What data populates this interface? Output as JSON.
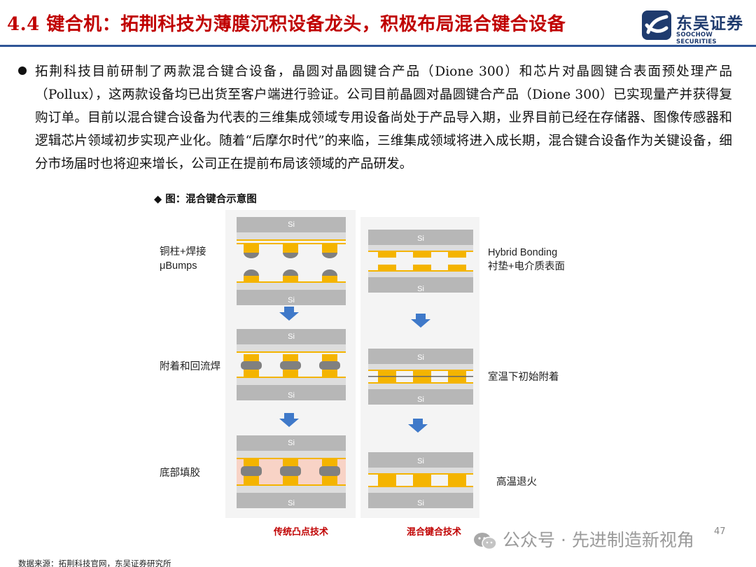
{
  "header": {
    "title": "4.4 键合机：拓荆科技为薄膜沉积设备龙头，积极布局混合键合设备",
    "logo_cn": "东吴证券",
    "logo_en": "SOOCHOW SECURITIES",
    "line_color": "#2f5597",
    "title_color": "#c00000"
  },
  "body": {
    "paragraph": "拓荆科技目前研制了两款混合键合设备，晶圆对晶圆键合产品（Dione 300）和芯片对晶圆键合表面预处理产品（Pollux），这两款设备均已出货至客户端进行验证。公司目前晶圆对晶圆键合产品（Dione 300）已实现量产并获得复购订单。目前以混合键合设备为代表的三维集成领域专用设备尚处于产品导入期，业界目前已经在存储器、图像传感器和逻辑芯片领域初步实现产业化。随着“后摩尔时代”的来临，三维集成领域将进入成长期，混合键合设备作为关键设备，细分市场届时也将迎来增长，公司正在提前布局该领域的产品研发。"
  },
  "figure": {
    "caption": "◆ 图：混合键合示意图",
    "left_steps": [
      "铜柱+焊接",
      "μBumps",
      "附着和回流焊",
      "底部填胶"
    ],
    "right_steps": [
      "Hybrid Bonding",
      "衬垫+电介质表面",
      "室温下初始附着",
      "高温退火"
    ],
    "left_title": "传统凸点技术",
    "right_title": "混合键合技术",
    "layer_label": "Si",
    "colors": {
      "silicon": "#b7b7b7",
      "bump": "#f4b400",
      "solder": "#808080",
      "underfill": "#f8d3c6",
      "arrow": "#3f79c9",
      "panel": "#f2f2f2"
    }
  },
  "footer": {
    "source": "数据来源：拓荆科技官网，东吴证券研究所",
    "watermark": "公众号 · 先进制造新视角",
    "page": "47"
  }
}
